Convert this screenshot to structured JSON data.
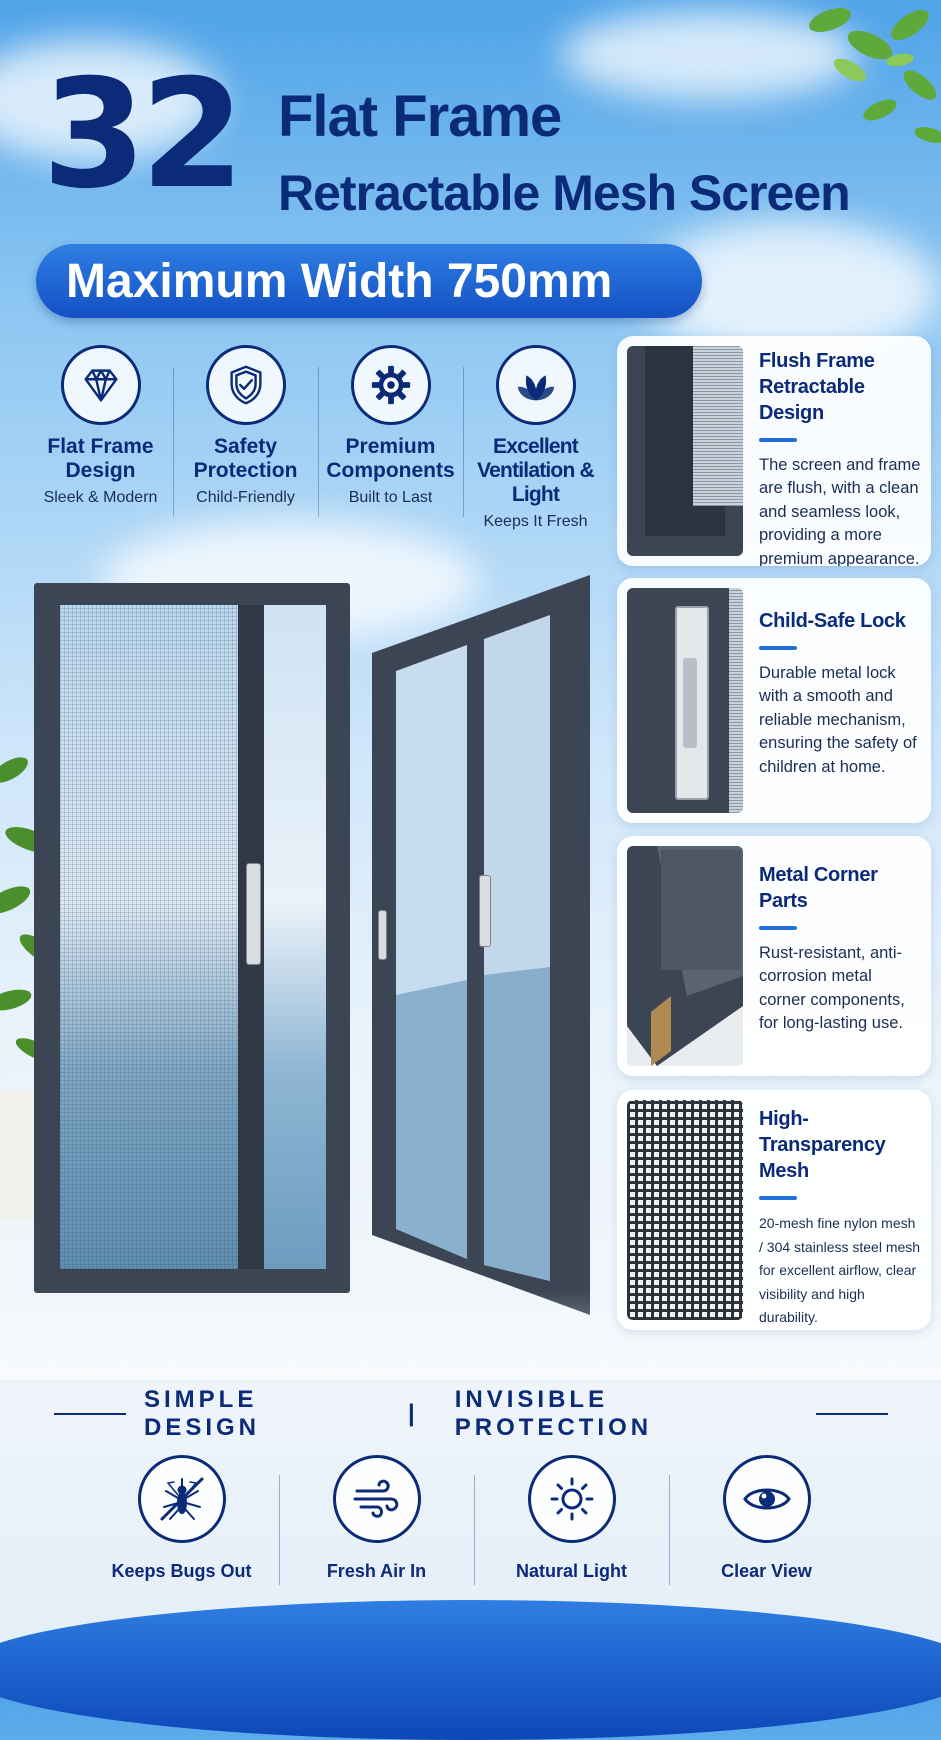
{
  "header": {
    "number": "32",
    "title_line1": "Flat Frame",
    "title_line2": "Retractable Mesh Screen",
    "width_badge": "Maximum Width 750mm"
  },
  "features": [
    {
      "icon": "diamond-icon",
      "title": "Flat Frame\nDesign",
      "subtitle": "Sleek & Modern"
    },
    {
      "icon": "shield-check-icon",
      "title": "Safety\nProtection",
      "subtitle": "Child-Friendly"
    },
    {
      "icon": "gear-icon",
      "title": "Premium\nComponents",
      "subtitle": "Built to Last"
    },
    {
      "icon": "leaf-icon",
      "title": "Excellent\nVentilation & Light",
      "subtitle": "Keeps It Fresh"
    }
  ],
  "cards": [
    {
      "title": "Flush Frame Retractable Design",
      "body": "The screen and frame are flush, with a clean and seamless look, providing a more premium appearance."
    },
    {
      "title": "Child-Safe Lock",
      "body": "Durable metal lock with a smooth and reliable mechanism, ensuring the safety of children at home."
    },
    {
      "title": "Metal Corner Parts",
      "body": "Rust-resistant, anti-corrosion metal corner components, for long-lasting use."
    },
    {
      "title": "High-Transparency Mesh",
      "body": "20-mesh fine nylon mesh / 304 stainless steel mesh for excellent airflow, clear visibility and high durability."
    }
  ],
  "tagline": {
    "left": "SIMPLE DESIGN",
    "separator": "|",
    "right": "INVISIBLE PROTECTION"
  },
  "bottom_icons": [
    {
      "icon": "mosquito-blocked-icon",
      "label": "Keeps Bugs Out"
    },
    {
      "icon": "wind-icon",
      "label": "Fresh Air In"
    },
    {
      "icon": "sun-icon",
      "label": "Natural Light"
    },
    {
      "icon": "eye-icon",
      "label": "Clear View"
    }
  ],
  "colors": {
    "navy": "#0b2a78",
    "accent_blue": "#1f6fdc",
    "frame_gray": "#3b4554"
  }
}
